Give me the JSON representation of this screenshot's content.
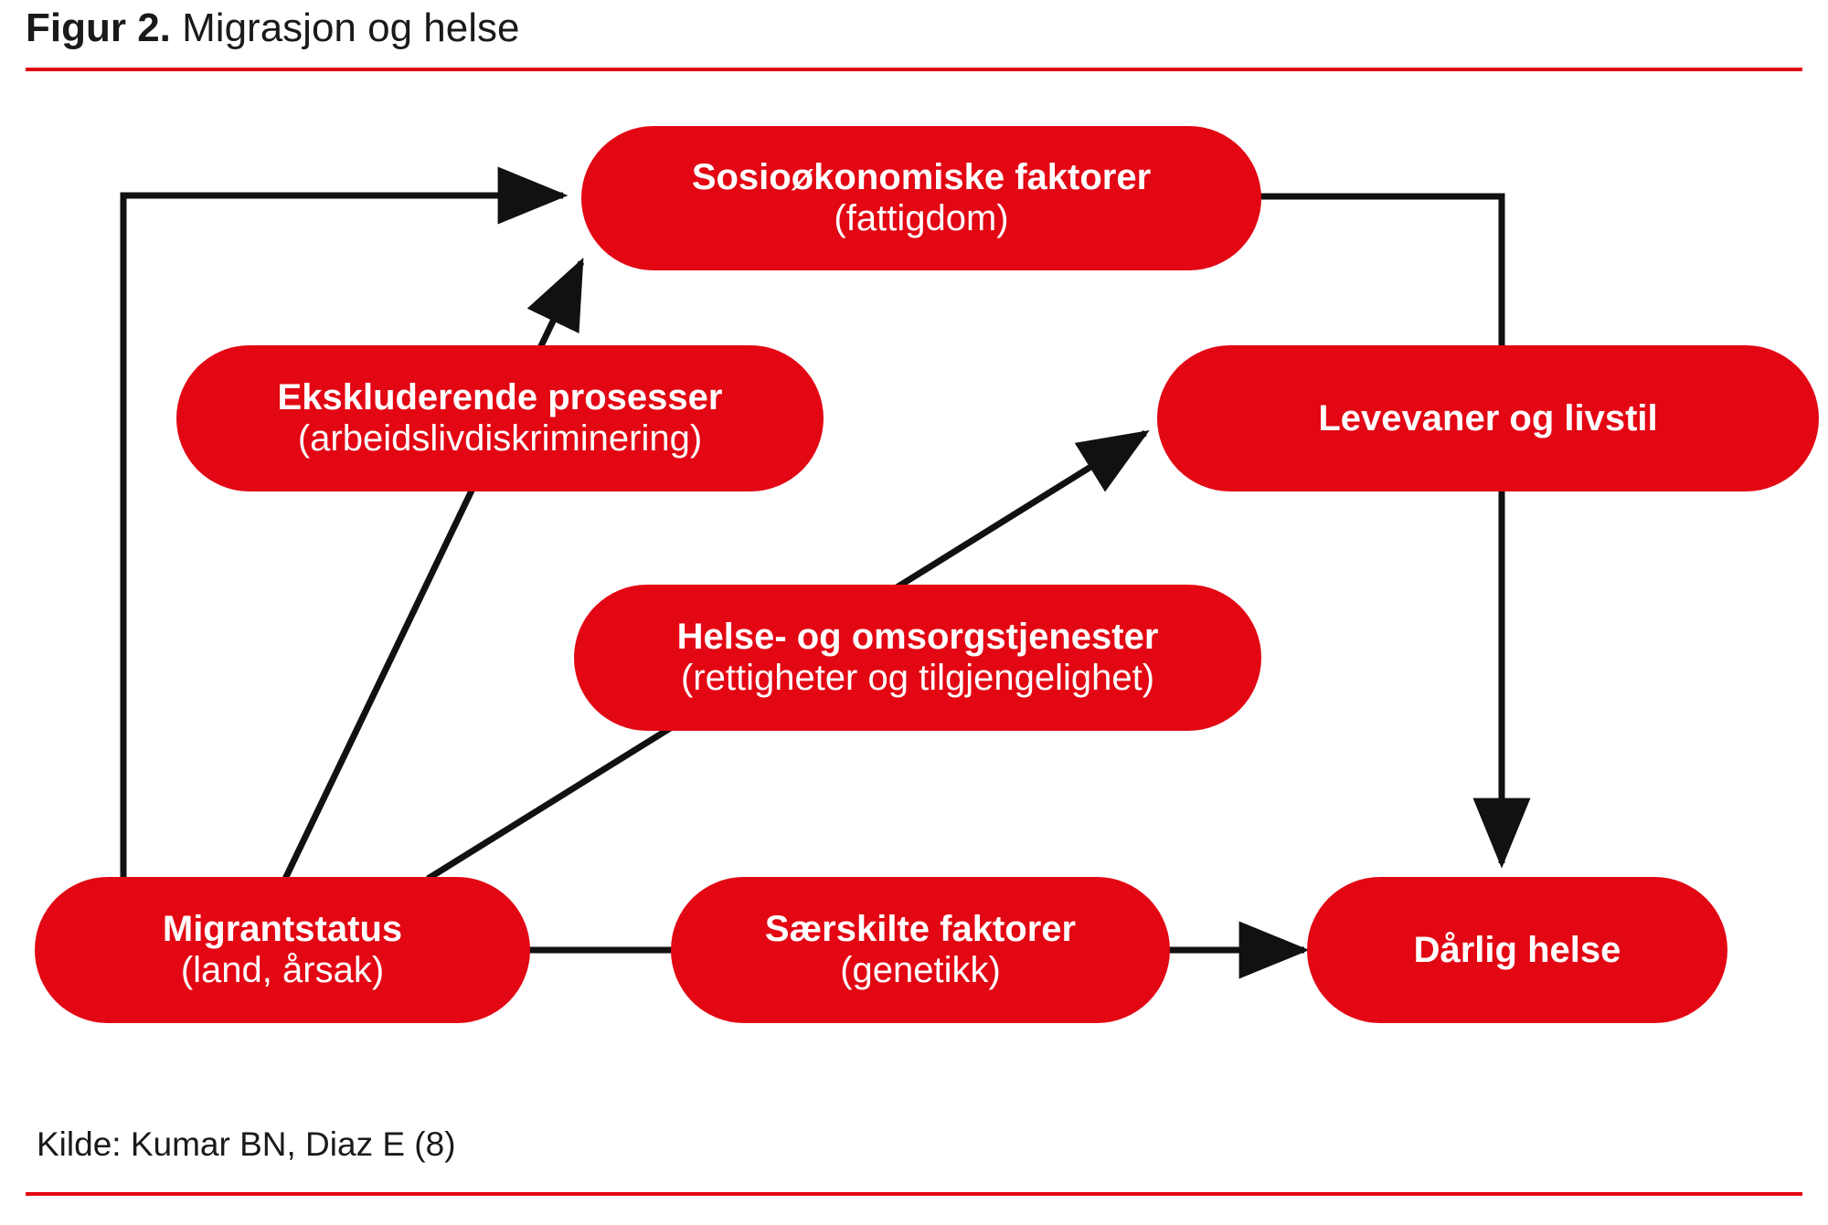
{
  "figure": {
    "title_label": "Figur 2.",
    "title_text": "Migrasjon og helse",
    "source": "Kilde: Kumar BN, Diaz E (8)",
    "accent_color": "#e30613",
    "node_fill": "#e30613",
    "node_text_color": "#ffffff",
    "connector_color": "#111111",
    "background": "#ffffff"
  },
  "nodes": [
    {
      "id": "sosiookonomiske",
      "title": "Sosioøkonomiske faktorer",
      "subtitle": "(fattigdom)"
    },
    {
      "id": "ekskluderende",
      "title": "Ekskluderende prosesser",
      "subtitle": "(arbeidslivdiskriminering)"
    },
    {
      "id": "levevaner",
      "title": "Levevaner og livstil",
      "subtitle": ""
    },
    {
      "id": "helse-omsorg",
      "title": "Helse- og omsorgstjenester",
      "subtitle": "(rettigheter og tilgjengelighet)"
    },
    {
      "id": "migrantstatus",
      "title": "Migrantstatus",
      "subtitle": "(land, årsak)"
    },
    {
      "id": "sarskilte",
      "title": "Særskilte faktorer",
      "subtitle": "(genetikk)"
    },
    {
      "id": "darlig-helse",
      "title": "Dårlig helse",
      "subtitle": ""
    }
  ],
  "edges": [
    {
      "id": "migrantstatus-to-sosiookonomiske-elbow",
      "from": "migrantstatus",
      "to": "sosiookonomiske",
      "arrow": true
    },
    {
      "id": "migrantstatus-to-sosiookonomiske-diagonal",
      "from": "migrantstatus",
      "to": "sosiookonomiske",
      "arrow": true
    },
    {
      "id": "migrantstatus-to-levevaner-diagonal",
      "from": "migrantstatus",
      "to": "levevaner",
      "arrow": true
    },
    {
      "id": "sosiookonomiske-to-darlig-helse",
      "from": "sosiookonomiske",
      "to": "darlig-helse",
      "arrow": true
    },
    {
      "id": "migrantstatus-to-sarskilte",
      "from": "migrantstatus",
      "to": "sarskilte",
      "arrow": false
    },
    {
      "id": "sarskilte-to-darlig-helse",
      "from": "sarskilte",
      "to": "darlig-helse",
      "arrow": true
    }
  ]
}
